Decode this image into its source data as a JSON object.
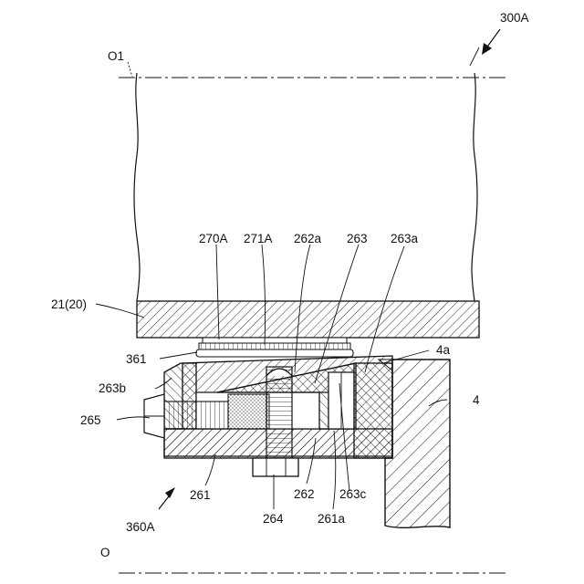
{
  "labels": {
    "fig_ref": "300A",
    "axis_top": "O1",
    "axis_bottom": "O",
    "l270A": "270A",
    "l271A": "271A",
    "l262a": "262a",
    "l263": "263",
    "l263a": "263a",
    "l21": "21(20)",
    "l361": "361",
    "l4a": "4a",
    "l263b": "263b",
    "l4": "4",
    "l265": "265",
    "l261": "261",
    "l262": "262",
    "l263c": "263c",
    "l264": "264",
    "l261a": "261a",
    "l360A": "360A"
  },
  "colors": {
    "line": "#111111",
    "background": "#ffffff"
  }
}
